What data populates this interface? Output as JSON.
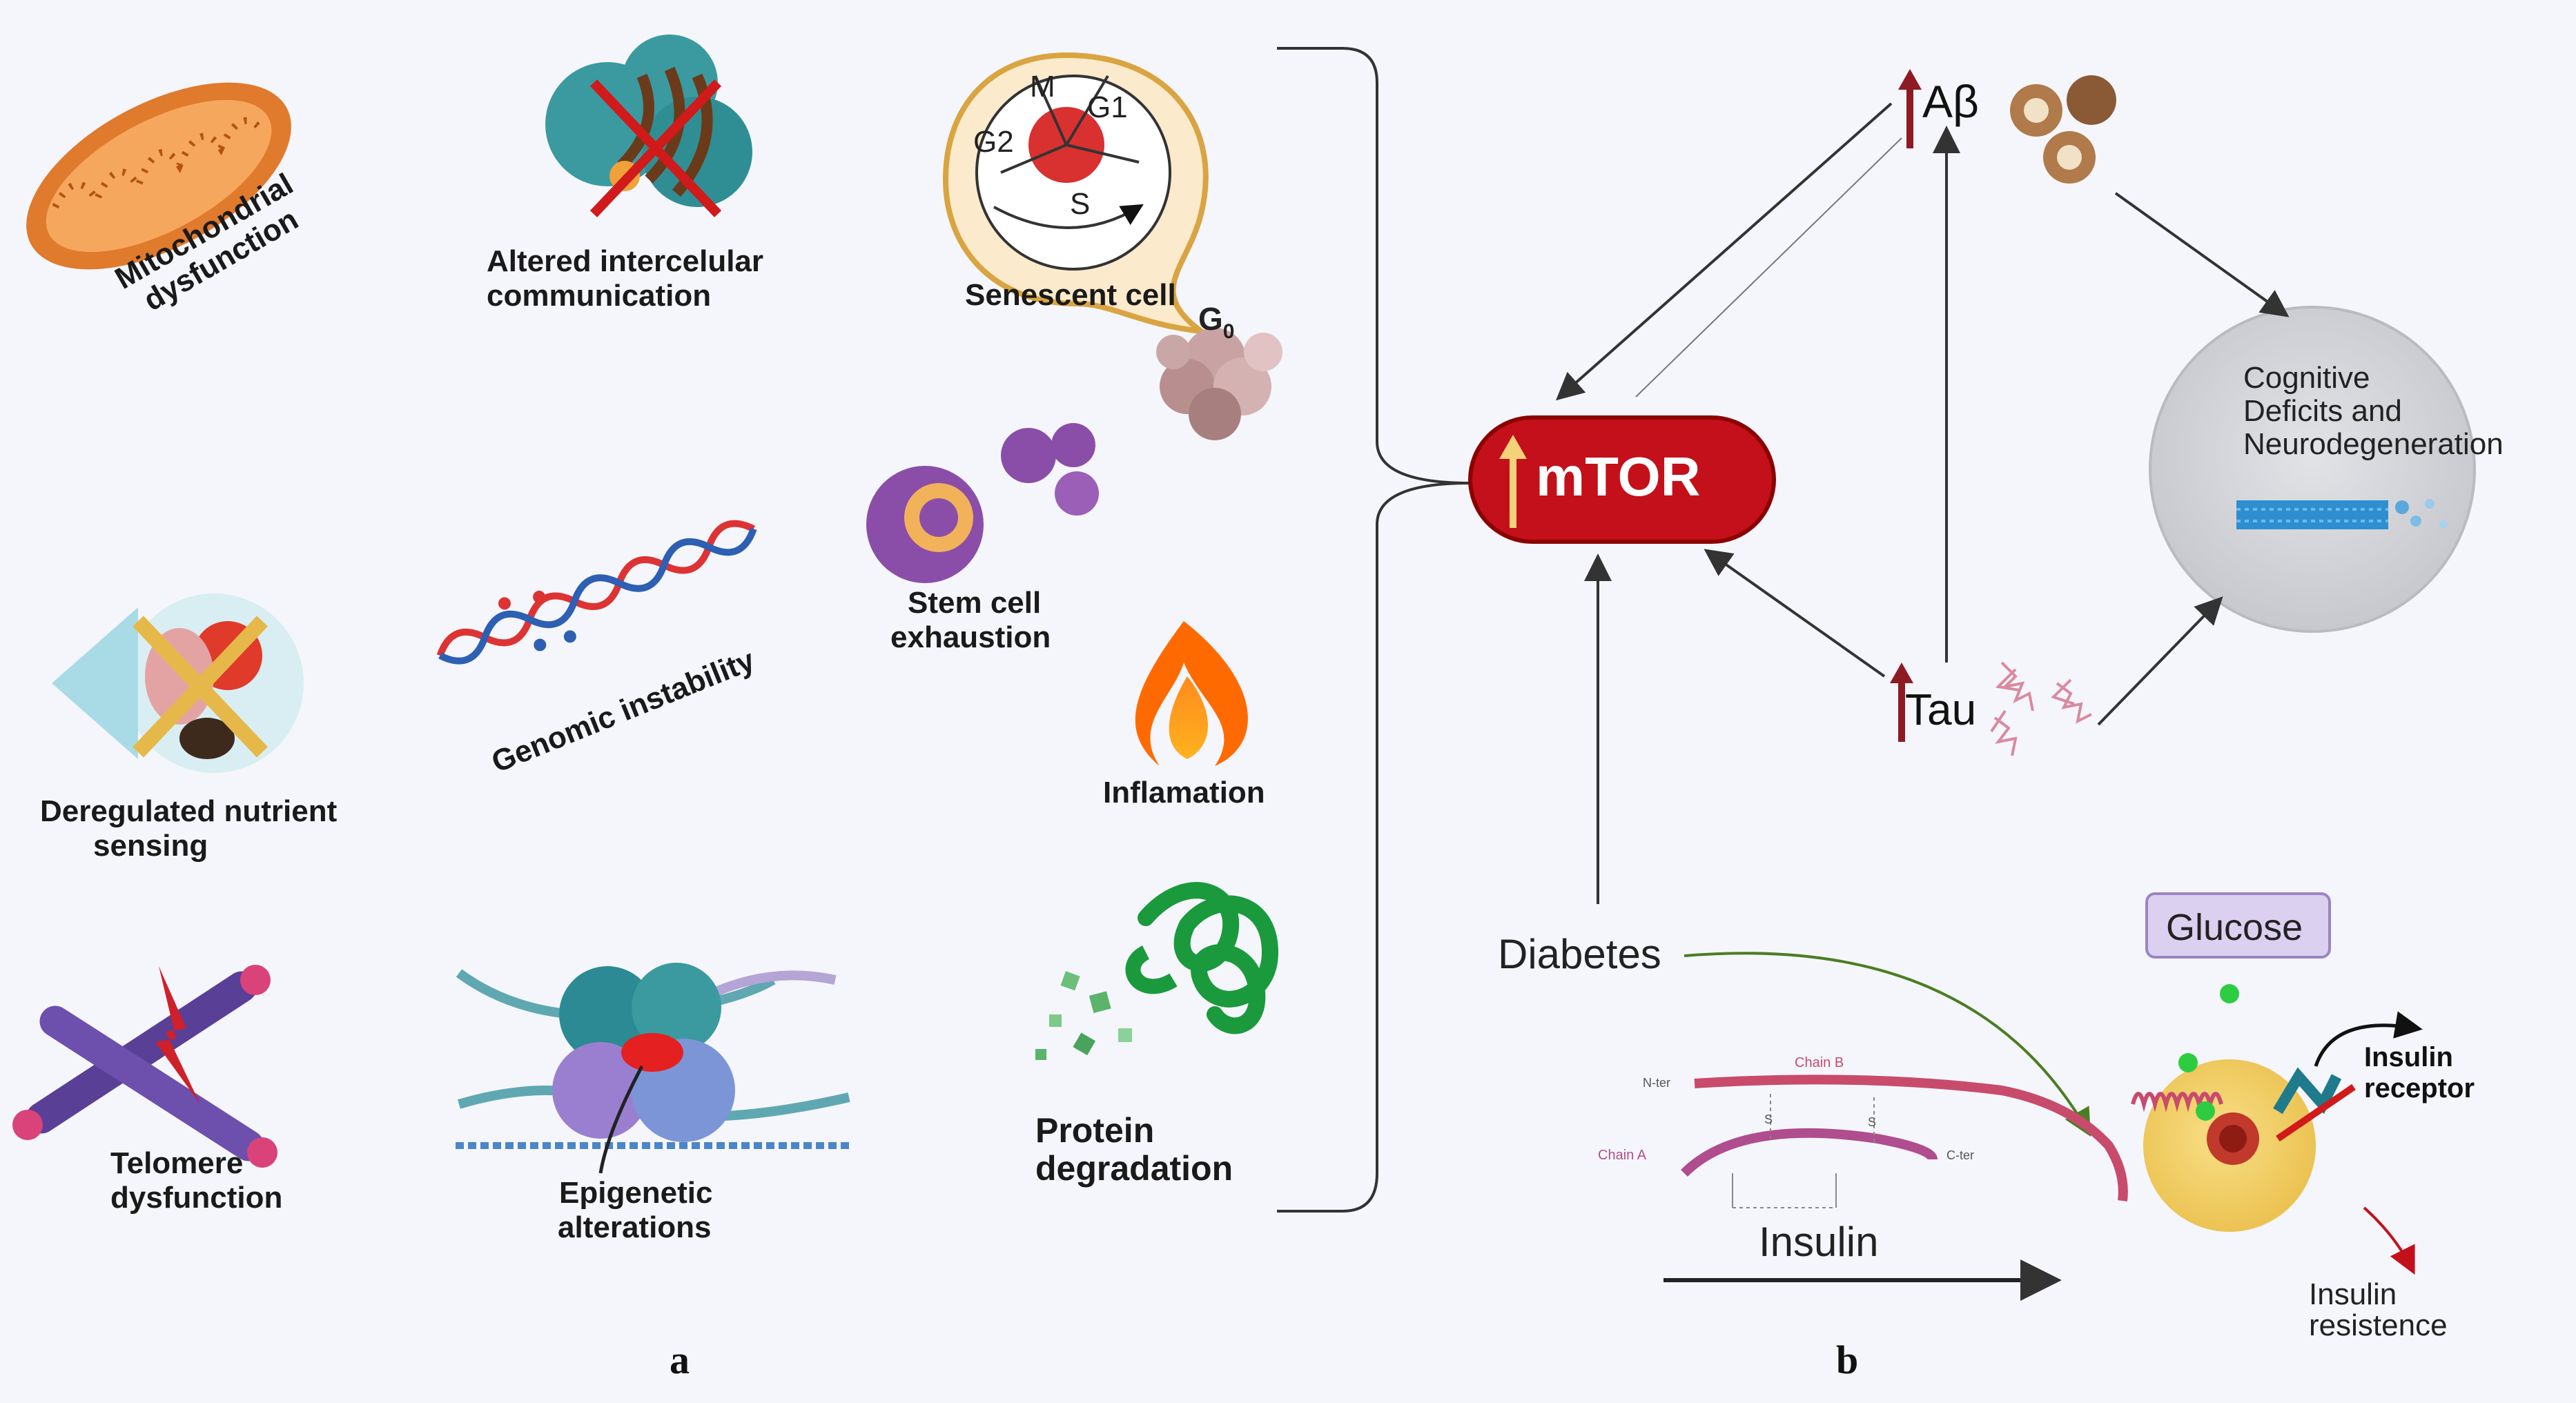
{
  "panel_a": {
    "label": "a",
    "hallmarks": {
      "mitochondrial": "Mitochondrial dysfunction",
      "intercellular_line1": "Altered intercelular",
      "intercellular_line2": "communication",
      "senescent": "Senescent cell",
      "cycle_m": "M",
      "cycle_g1": "G1",
      "cycle_g2": "G2",
      "cycle_s": "S",
      "g0": "G",
      "g0_sub": "0",
      "stem_line1": "Stem cell",
      "stem_line2": "exhaustion",
      "genomic": "Genomic instability",
      "nutrient_line1": "Deregulated nutrient",
      "nutrient_line2": "sensing",
      "inflammation": "Inflamation",
      "telomere_line1": "Telomere",
      "telomere_line2": "dysfunction",
      "epigenetic_line1": "Epigenetic",
      "epigenetic_line2": "alterations",
      "protein_line1": "Protein",
      "protein_line2": "degradation"
    }
  },
  "panel_b": {
    "label": "b",
    "mtor": "mTOR",
    "abeta": "Aβ",
    "tau": "Tau",
    "cognitive_line1": "Cognitive",
    "cognitive_line2": "Deficits and",
    "cognitive_line3": "Neurodegeneration",
    "diabetes": "Diabetes",
    "glucose": "Glucose",
    "insulin": "Insulin",
    "insulin_receptor_line1": "Insulin",
    "insulin_receptor_line2": "receptor",
    "resistance_line1": "Insulin",
    "resistance_line2": "resistence",
    "chain_b": "Chain B",
    "chain_a": "Chain A",
    "chain_b_start": "N-ter",
    "chain_a_end": "C-ter",
    "disulfide": "S"
  },
  "colors": {
    "mtor_red": "#c4101a",
    "arrow_dark": "#333333",
    "tau_red": "#8e1b24",
    "glucose_box": "#dcd0f0",
    "glucose_dot": "#2ecc40",
    "cell_yellow": "#f5d36b",
    "brain_grey": "#d7d8dc",
    "diabetes_green": "#4b7d22"
  }
}
